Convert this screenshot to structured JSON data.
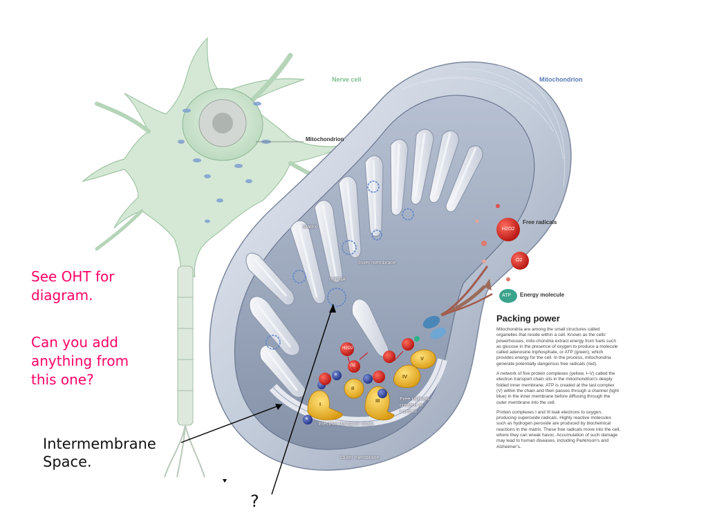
{
  "figure": {
    "nerve_cell_label": "Nerve cell",
    "mitochondrion_title": "Mitochondrion",
    "mitochondrion_pointer_label": "Mitochondrion",
    "matrix_label": "Matrix",
    "inner_membrane_label": "Inner membrane",
    "outer_membrane_label": "Outer membrane",
    "mtdna_label": "mtDNA",
    "etc_label": "Electron transport chain",
    "free_radicals_note": [
      "Free radicals",
      "created at",
      "I and III"
    ],
    "complexes": [
      "I",
      "II",
      "III",
      "IV",
      "V"
    ],
    "electron_symbol": "e",
    "h2o2_symbol": "H2O2",
    "o2_symbol": "O2"
  },
  "legend": {
    "free_radicals_label": "Free radicals",
    "energy_molecule_label": "Energy molecule",
    "h2o2_badge": "H2O2",
    "o2_badge": "O2",
    "atp_badge": "ATP",
    "colors": {
      "radical": "#d42a22",
      "atp": "#3aa38c",
      "complex": "#e8b424",
      "channel": "#4a86b8"
    }
  },
  "sidebar": {
    "title": "Packing power",
    "paragraphs": [
      "Mitochondria are among the small structures called organelles that reside within a cell. Known as the cells' powerhouses, mito-chondria extract energy from fuels such as glucose in the presence of oxygen to produce a molecule called adenosine triphosphate, or ATP (green), which provides energy for the cell. In the process, mitochondria generate potentially dangerous free radicals (red).",
      "A network of five protein complexes (yellow, I–V) called the electron transport chain sits in the mitochondrion's deeply folded inner membrane. ATP is created at the last complex (V) within the chain and then passes through a channel (light blue) in the inner membrane before diffusing through the outer membrane into the cell.",
      "Protein complexes I and III leak electrons to oxygen, producing superoxide radicals. Highly reactive molecules such as hydrogen peroxide are produced by biochemical reactions in the matrix. These free radicals move into the cell, where they can wreak havoc. Accumulation of such damage may lead to human diseases, including Parkinson's and Alzheimer's."
    ]
  },
  "notes": {
    "see_oht": [
      "See OHT for",
      "diagram."
    ],
    "question": [
      "Can you add",
      "anything from",
      "this one?"
    ]
  },
  "annotations": {
    "intermembrane": [
      "Intermembrane",
      "Space."
    ],
    "question_mark": "?",
    "arrow_color": "#000000"
  }
}
